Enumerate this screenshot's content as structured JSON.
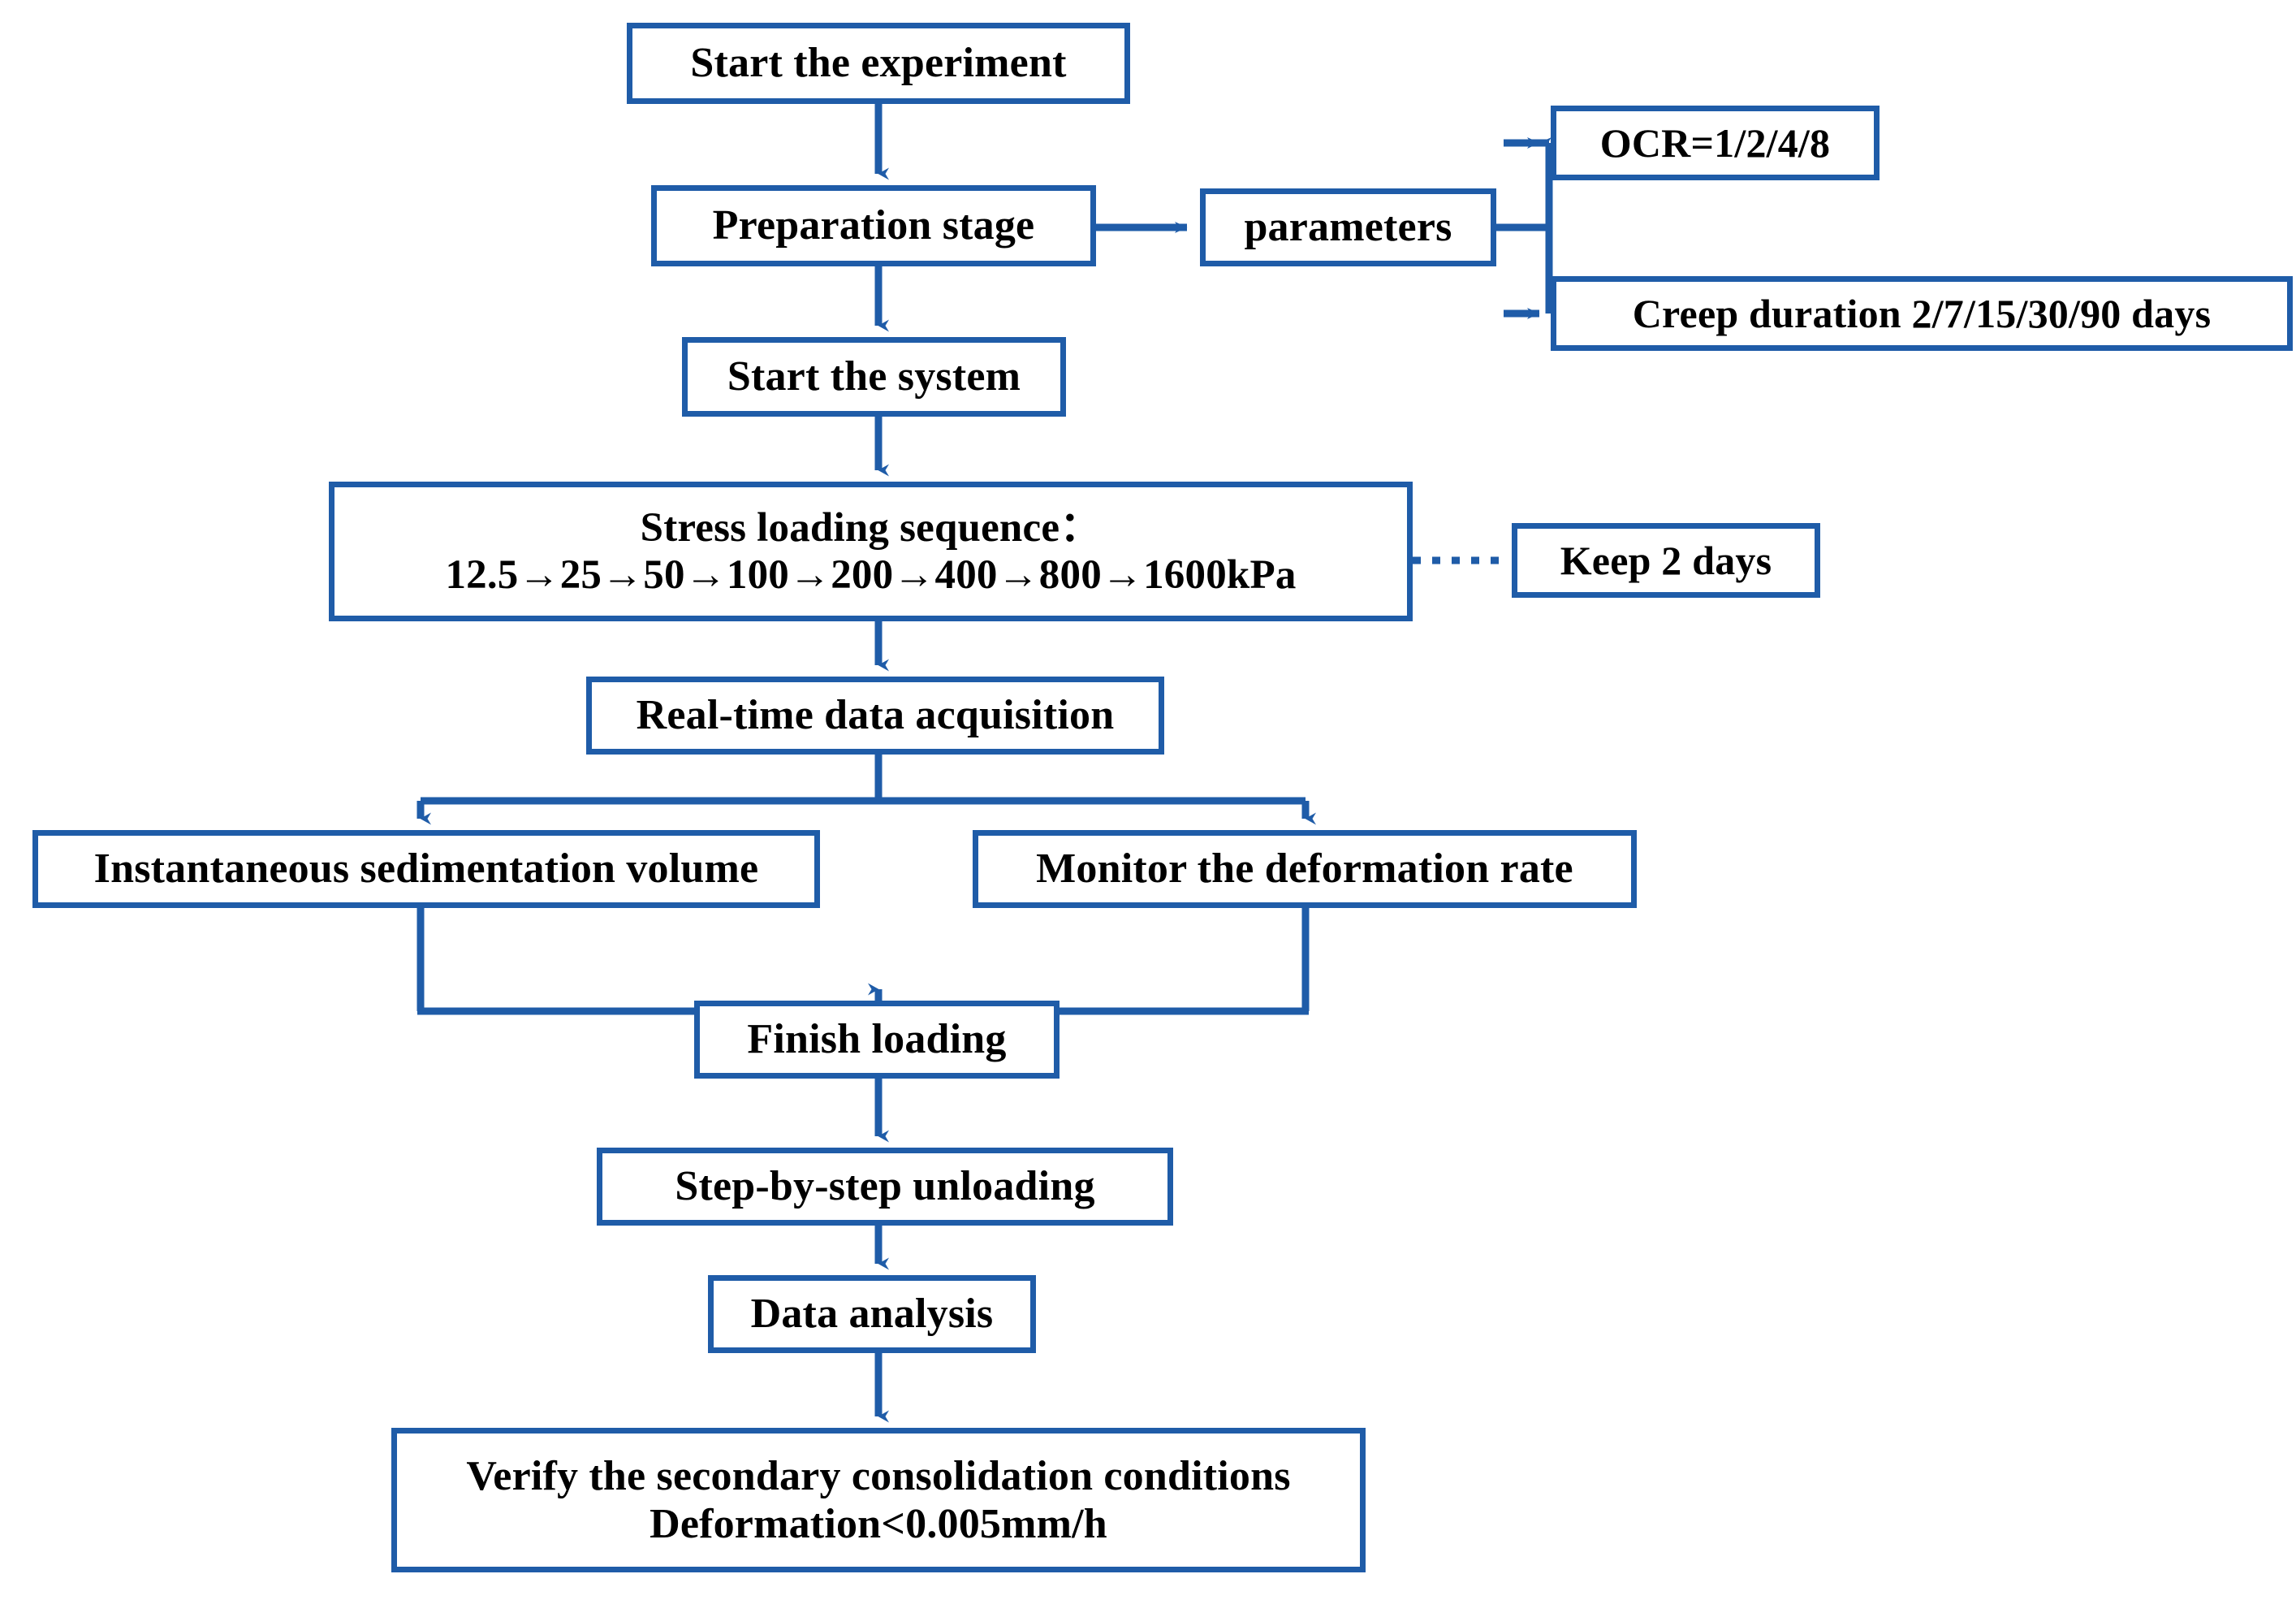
{
  "diagram": {
    "title": "Experimental procedure flowchart",
    "accent_color": "#1F5CA8",
    "text_color": "#000000",
    "background": "#FFFFFF",
    "nodes": {
      "start": {
        "label": "Start the experiment"
      },
      "preparation": {
        "label": "Preparation stage"
      },
      "parameters": {
        "label": "parameters"
      },
      "ocr": {
        "label": "OCR=1/2/4/8"
      },
      "creep": {
        "label": "Creep duration 2/7/15/30/90 days"
      },
      "start_system": {
        "label": "Start the system"
      },
      "stress": {
        "line1": "Stress loading sequence：",
        "line2": "12.5→25→50→100→200→400→800→1600kPa"
      },
      "keep": {
        "label": "Keep 2 days"
      },
      "realtime": {
        "label": "Real-time data acquisition"
      },
      "instantaneous": {
        "label": "Instantaneous sedimentation volume"
      },
      "monitor": {
        "label": "Monitor the deformation rate"
      },
      "finish": {
        "label": "Finish loading"
      },
      "unload": {
        "label": "Step-by-step unloading"
      },
      "analysis": {
        "label": "Data analysis"
      },
      "verify": {
        "line1": "Verify the secondary consolidation conditions",
        "line2": "Deformation<0.005mm/h"
      }
    },
    "connectors": [
      {
        "from": "start",
        "to": "preparation",
        "style": "solid-arrow"
      },
      {
        "from": "preparation",
        "to": "parameters",
        "style": "solid-arrow"
      },
      {
        "from": "parameters",
        "to": "ocr",
        "style": "solid-arrow"
      },
      {
        "from": "parameters",
        "to": "creep",
        "style": "solid-arrow"
      },
      {
        "from": "preparation",
        "to": "start_system",
        "style": "solid-arrow"
      },
      {
        "from": "start_system",
        "to": "stress",
        "style": "solid-arrow"
      },
      {
        "from": "stress",
        "to": "keep",
        "style": "dotted"
      },
      {
        "from": "stress",
        "to": "realtime",
        "style": "solid-arrow"
      },
      {
        "from": "realtime",
        "to": "instantaneous",
        "style": "solid-arrow"
      },
      {
        "from": "realtime",
        "to": "monitor",
        "style": "solid-arrow"
      },
      {
        "from": "instantaneous",
        "to": "finish",
        "style": "solid-arrow"
      },
      {
        "from": "monitor",
        "to": "finish",
        "style": "solid-arrow"
      },
      {
        "from": "finish",
        "to": "unload",
        "style": "solid-arrow"
      },
      {
        "from": "unload",
        "to": "analysis",
        "style": "solid-arrow"
      },
      {
        "from": "analysis",
        "to": "verify",
        "style": "solid-arrow"
      }
    ]
  }
}
